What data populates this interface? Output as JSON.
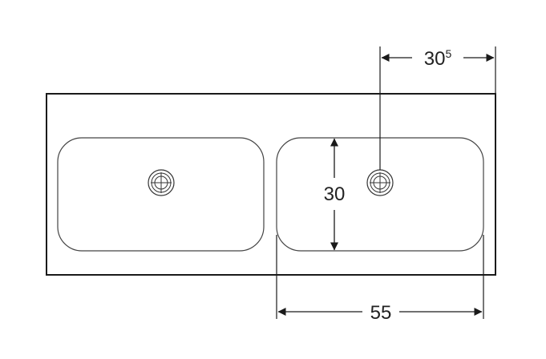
{
  "dimensions": {
    "top_main": "30",
    "top_sup": "5",
    "height": "30",
    "width": "55"
  }
}
